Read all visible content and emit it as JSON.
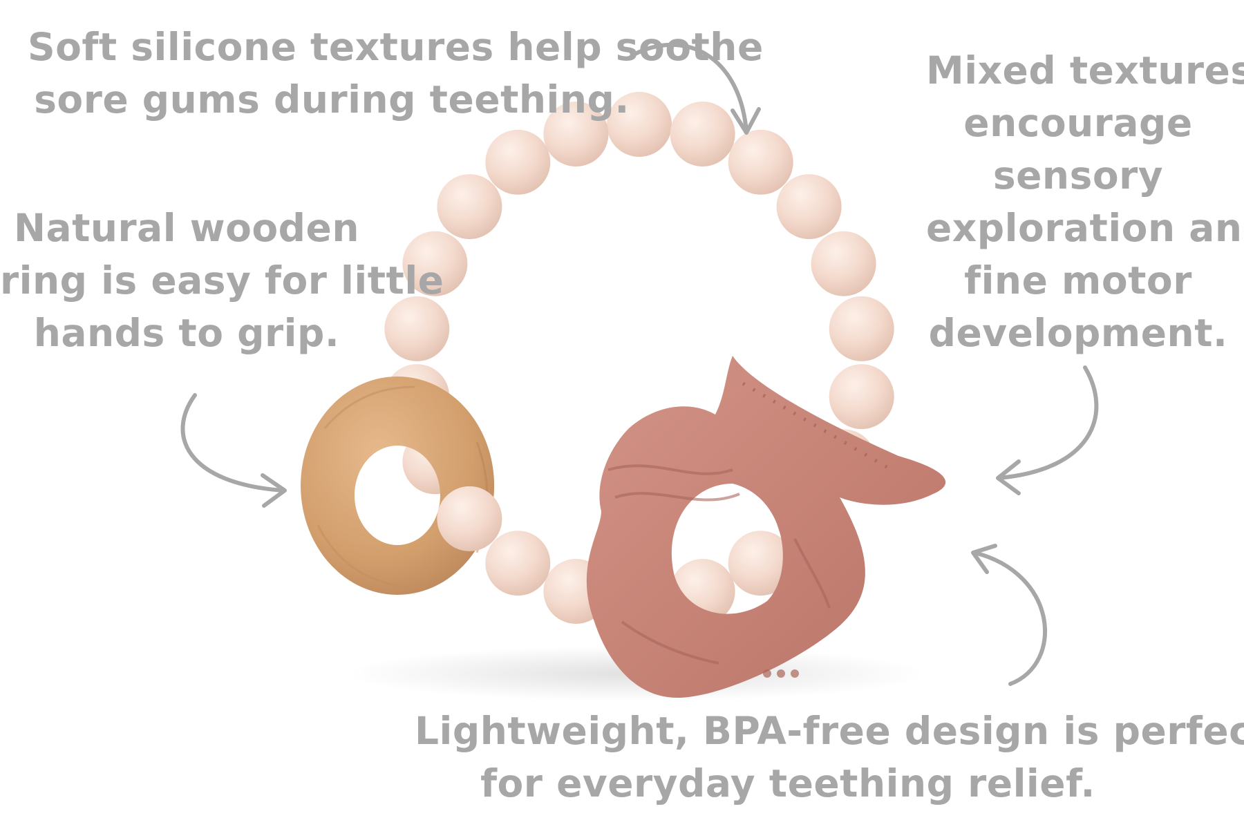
{
  "callouts": {
    "silicone": {
      "lines": [
        "Soft silicone textures help soothe",
        "sore gums during teething."
      ]
    },
    "wood": {
      "lines": [
        "Natural wooden",
        "ring is easy for little",
        "hands to grip."
      ]
    },
    "mixed": {
      "lines": [
        "Mixed textures",
        "encourage",
        "sensory",
        "exploration and",
        "fine motor",
        "development."
      ]
    },
    "bpa": {
      "lines": [
        "Lightweight, BPA-free design is perfect",
        "for everyday teething relief."
      ]
    }
  },
  "colors": {
    "text": "#a7a7a7",
    "arrow": "#a7a7a7",
    "silicone_bead": "#f3d9cc",
    "wood": "#d5a272",
    "teether": "#c98476"
  },
  "icons": [
    "curved-arrow-icon"
  ]
}
